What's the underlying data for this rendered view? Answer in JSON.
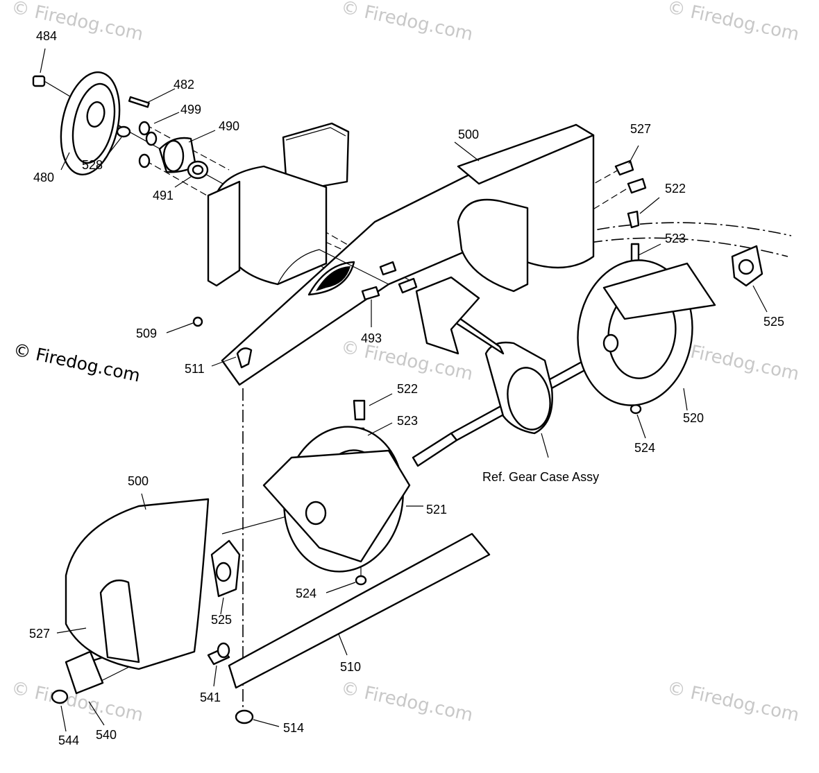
{
  "diagram": {
    "callouts": {
      "p484": "484",
      "p482": "482",
      "p499": "499",
      "p490": "490",
      "p480": "480",
      "p528": "528",
      "p491": "491",
      "p500a": "500",
      "p527a": "527",
      "p522a": "522",
      "p523a": "523",
      "p509": "509",
      "p493": "493",
      "p511": "511",
      "p525a": "525",
      "p520": "520",
      "p524a": "524",
      "p522b": "522",
      "p523b": "523",
      "p521": "521",
      "p500b": "500",
      "p525b": "525",
      "p524b": "524",
      "p527b": "527",
      "p510": "510",
      "p541": "541",
      "p514": "514",
      "p544": "544",
      "p540": "540"
    },
    "ref_label": "Ref. Gear Case Assy"
  },
  "watermark": {
    "text": "Firedog.com",
    "symbol": "©"
  }
}
